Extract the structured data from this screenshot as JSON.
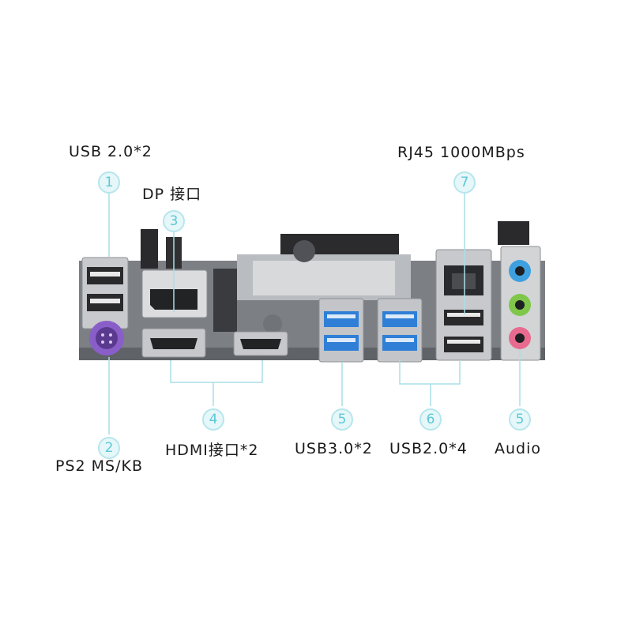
{
  "callouts": [
    {
      "num": "1",
      "label": "USB 2.0*2"
    },
    {
      "num": "2",
      "label": "PS2 MS/KB"
    },
    {
      "num": "3",
      "label": "DP 接口"
    },
    {
      "num": "4",
      "label": "HDMI接口*2"
    },
    {
      "num": "5",
      "label": "USB3.0*2"
    },
    {
      "num": "6",
      "label": "USB2.0*4"
    },
    {
      "num": "5",
      "label": "Audio"
    },
    {
      "num": "7",
      "label": "RJ45 1000MBps"
    }
  ],
  "colors": {
    "callout_line": "#a8dfe6",
    "badge_text": "#5cc8d6",
    "usb3_blue": "#2f7fd6",
    "ps2_purple": "#8a5ec9",
    "audio_blue": "#3fa0e0",
    "audio_green": "#7fc64a",
    "audio_pink": "#e86a8e"
  }
}
